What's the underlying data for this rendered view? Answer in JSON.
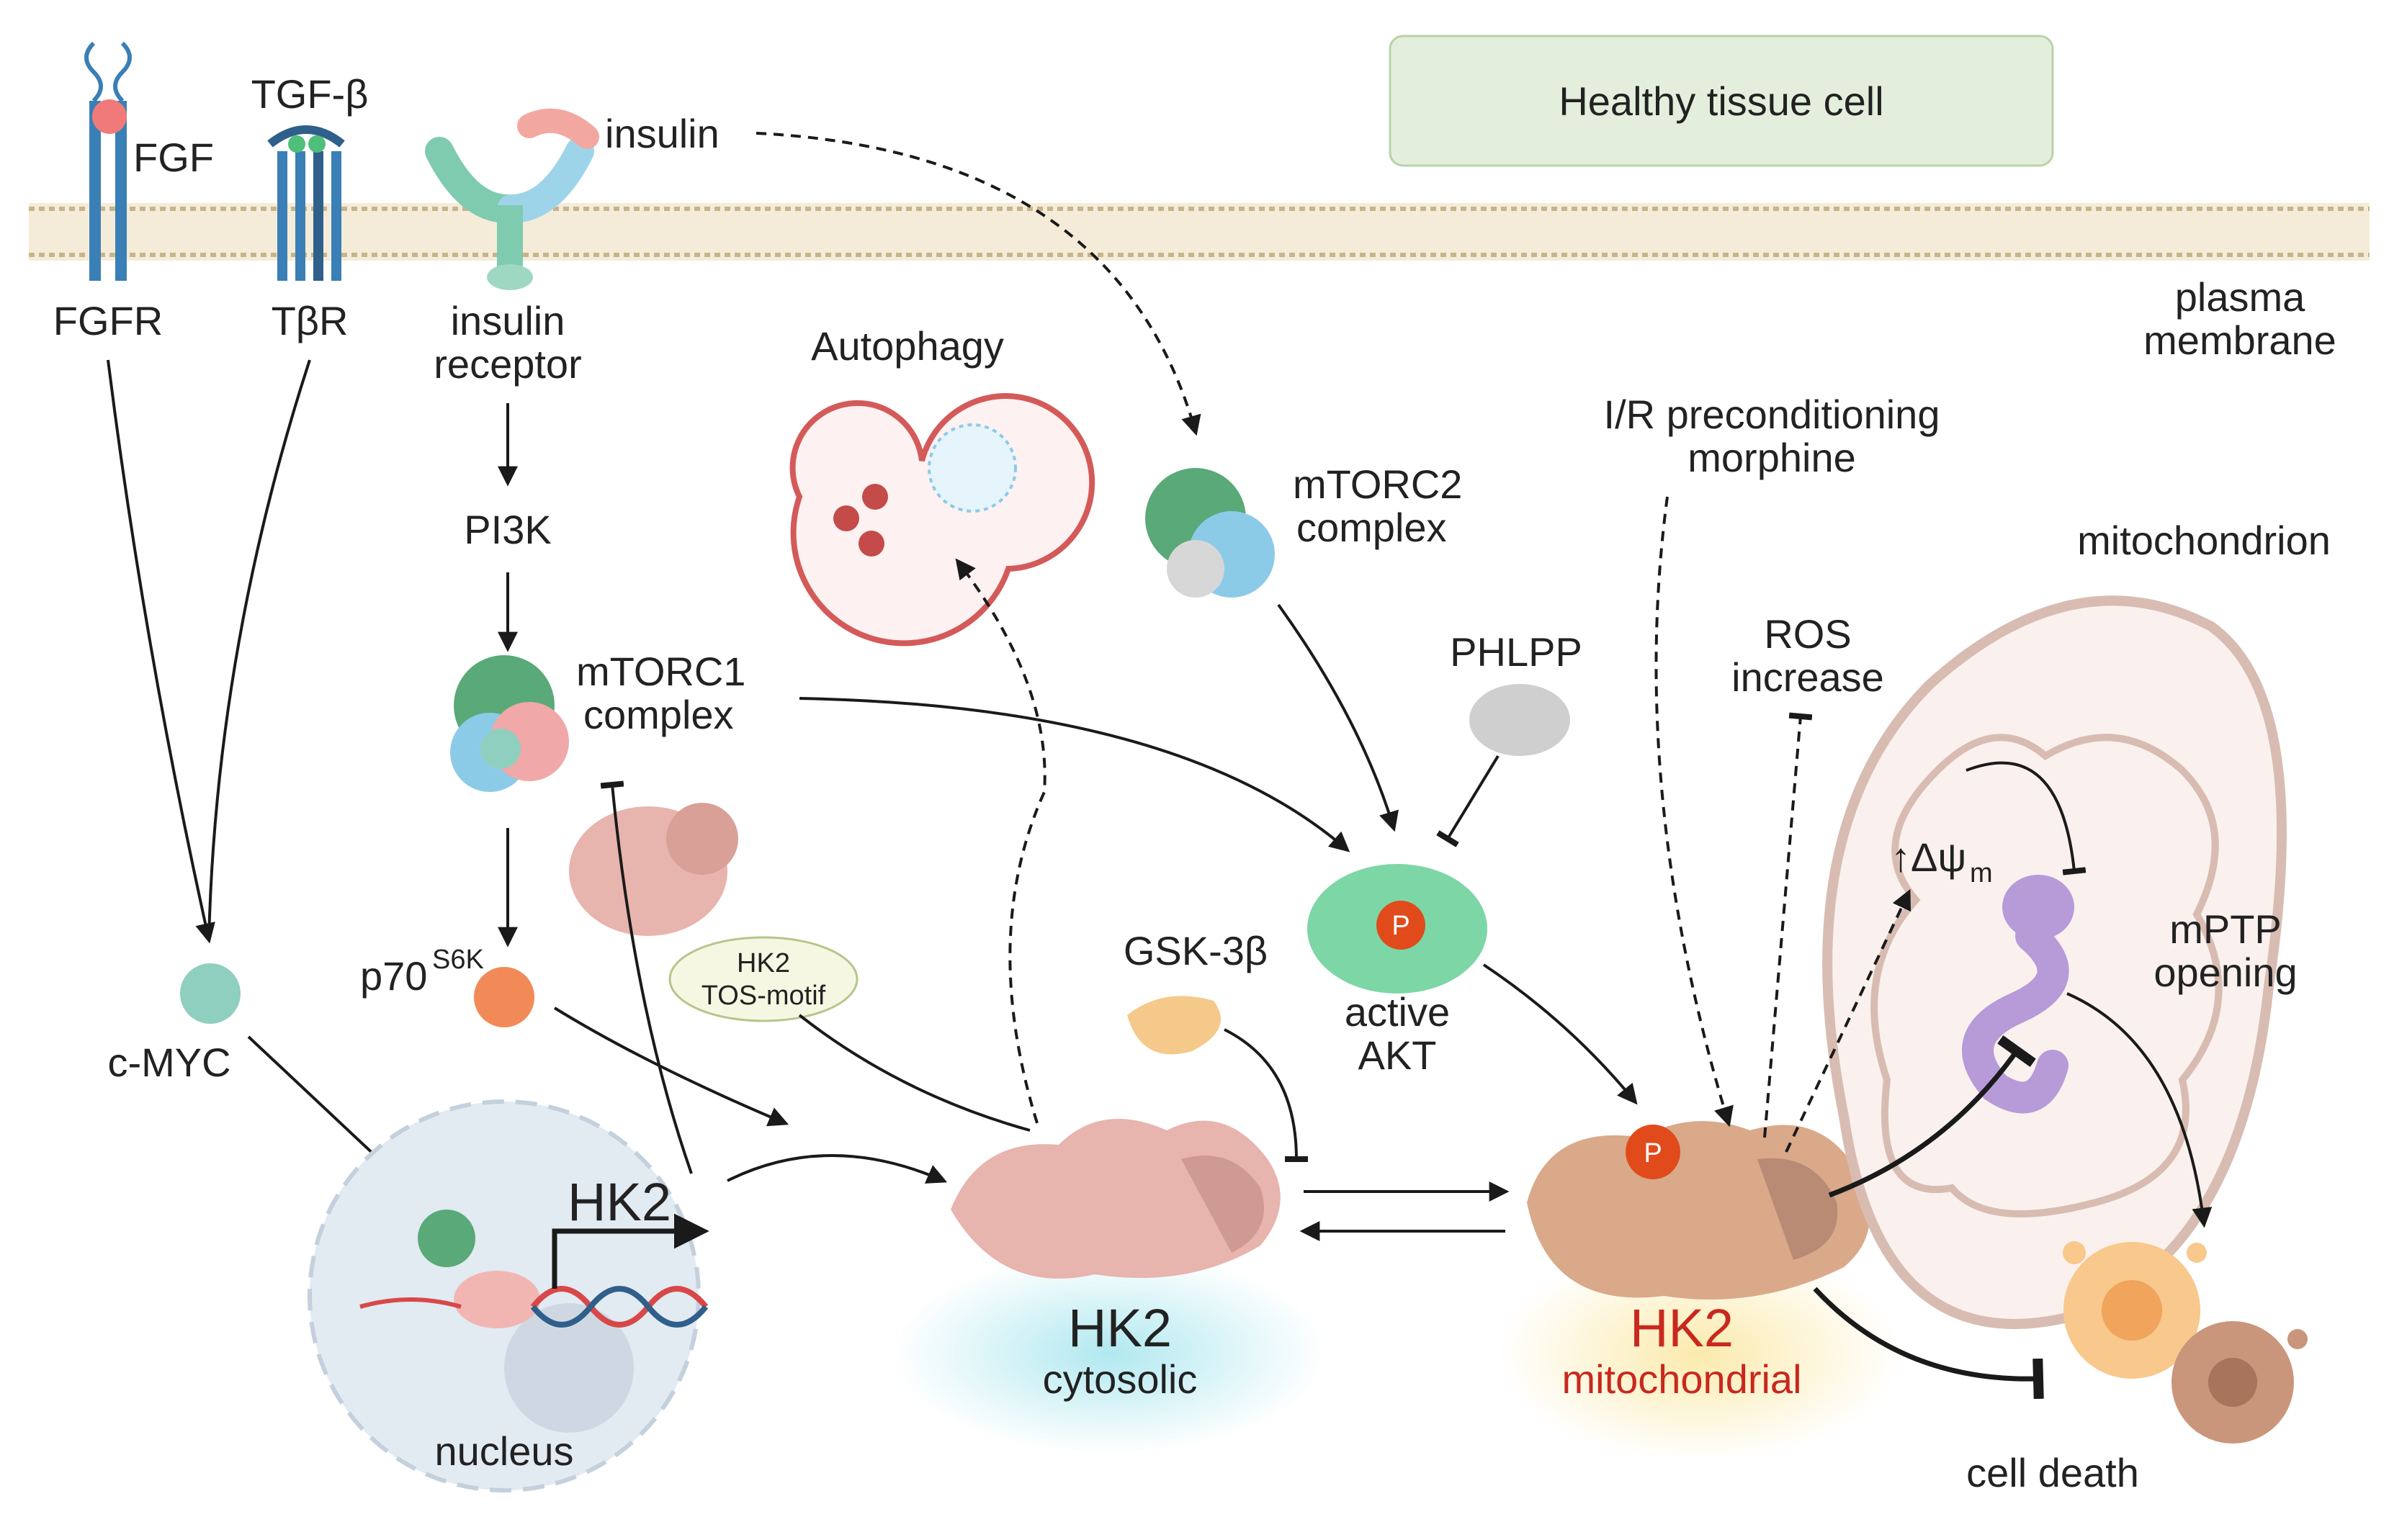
{
  "title_box": {
    "label": "Healthy tissue cell",
    "fill": "#e3efdc",
    "stroke": "#b8d3a8"
  },
  "membrane": {
    "label_line1": "plasma",
    "label_line2": "membrane",
    "color": "#c8b48a"
  },
  "receptors": {
    "fgf": "FGF",
    "fgfr": "FGFR",
    "tgfb": "TGF-β",
    "tbr": "TβR",
    "insulin": "insulin",
    "insulin_receptor_line1": "insulin",
    "insulin_receptor_line2": "receptor"
  },
  "pathway": {
    "pi3k": "PI3K",
    "mtorc1_line1": "mTORC1",
    "mtorc1_line2": "complex",
    "p70": "p70",
    "p70_sup": "S6K",
    "cmyc": "c-MYC",
    "tos_line1": "HK2",
    "tos_line2": "TOS-motif",
    "autophagy": "Autophagy",
    "mtorc2_line1": "mTORC2",
    "mtorc2_line2": "complex",
    "phlpp": "PHLPP",
    "gsk3b": "GSK-3β",
    "akt_line1": "active",
    "akt_line2": "AKT",
    "phospho": "P",
    "ir_line1": "I/R preconditioning",
    "ir_line2": "morphine",
    "ros_line1": "ROS",
    "ros_line2": "increase",
    "delta_psi": "↑Δψ",
    "delta_psi_sub": "m",
    "mitochondrion": "mitochondrion",
    "mptp_line1": "mPTP",
    "mptp_line2": "opening",
    "cell_death": "cell death"
  },
  "nucleus": {
    "label": "nucleus",
    "gene": "HK2"
  },
  "hk2_cytosolic": {
    "name": "HK2",
    "sub": "cytosolic"
  },
  "hk2_mito": {
    "name": "HK2",
    "sub": "mitochondrial",
    "accent": "#c8281e"
  },
  "colors": {
    "mtor_green": "#5aa978",
    "mtor_blue": "#8ccbe8",
    "mtor_pink": "#f0a8a8",
    "hk2_pink": "#e8b4ae",
    "hk2_tan": "#d9a98a",
    "akt_green": "#7dd6a6",
    "phospho_red": "#e14b1c",
    "cmyc_teal": "#8fcfc0",
    "p70_orange": "#f28a58",
    "gsk_yellow": "#f5c98a",
    "phlpp_gray": "#cfcfcf",
    "mptp_purple": "#b79ad8",
    "nucleus_blue": "#e2eaf2",
    "autophagy_red": "#d45a5a",
    "cyto_glow": "#bdeaf0",
    "mito_glow": "#fbeebc"
  },
  "icons": [
    "fgfr-receptor-icon",
    "tgfb-receptor-icon",
    "insulin-receptor-icon",
    "protein-blob-icon",
    "autophagosome-icon",
    "dna-helix-icon",
    "mitochondrion-icon",
    "apoptotic-cell-icon"
  ]
}
